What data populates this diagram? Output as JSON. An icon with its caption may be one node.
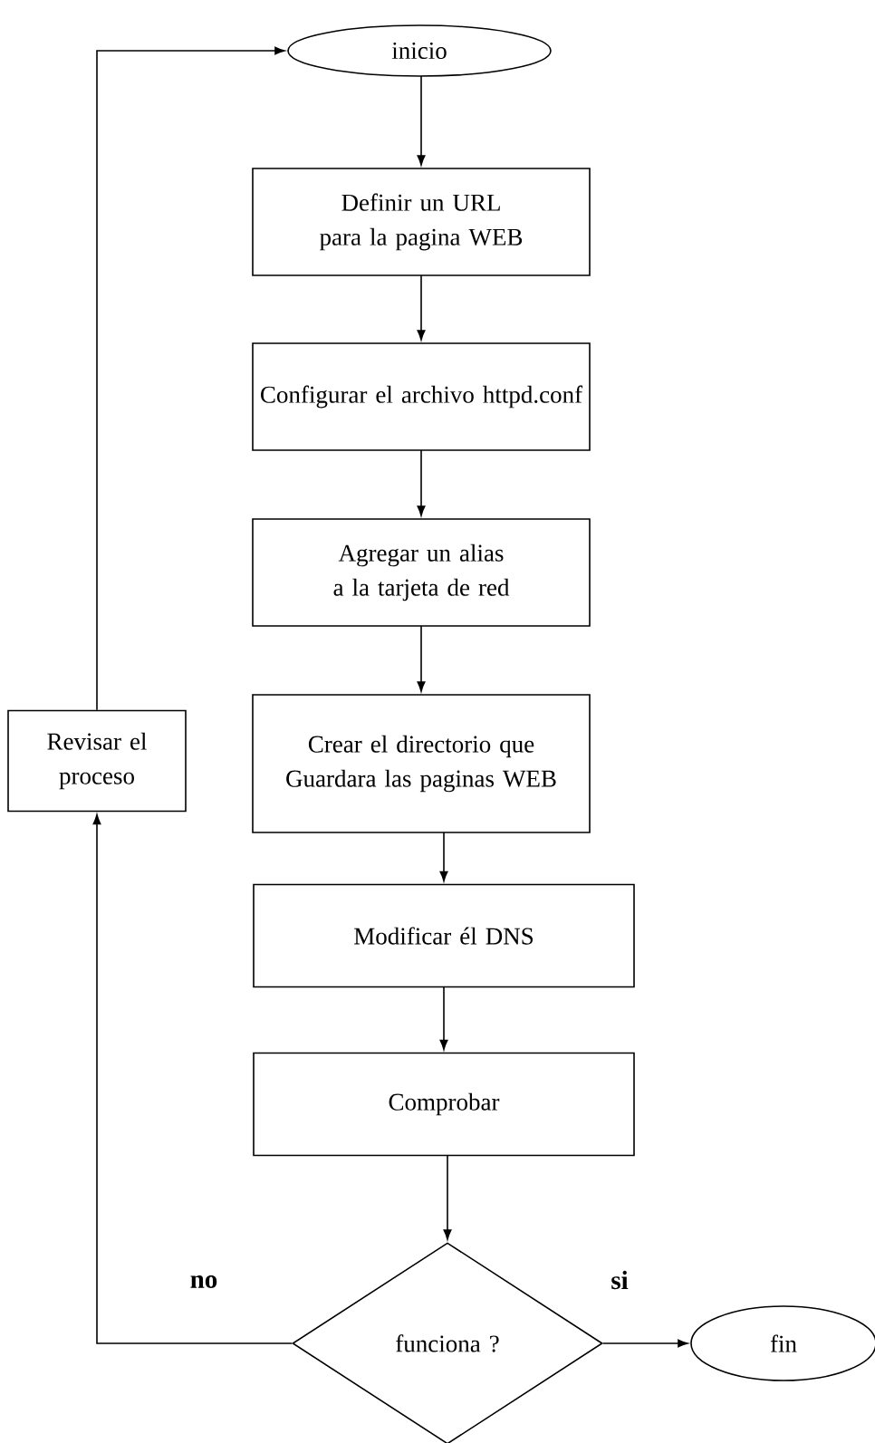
{
  "diagram": {
    "nodes": [
      {
        "text": [
          "inicio"
        ]
      },
      {
        "text": [
          "Definir un URL para la pagina WEB"
        ]
      },
      {
        "text": [
          "Configurar el archivo httpd.conf"
        ]
      },
      {
        "text": [
          "Agregar un alias a la tarjeta de red"
        ]
      },
      {
        "text": [
          "Crear el directorio que Guardara las paginas WEB"
        ]
      },
      {
        "text": [
          "Modificar él DNS"
        ]
      },
      {
        "text": [
          "Comprobar"
        ]
      },
      {
        "text": [
          "funciona ?"
        ]
      },
      {
        "text": [
          "Revisar el proceso"
        ]
      },
      {
        "text": [
          "fin"
        ]
      }
    ],
    "edges": [
      {
        "from": 0,
        "to": 1,
        "arrow": "to"
      },
      {
        "from": 1,
        "to": 2,
        "arrow": "to"
      },
      {
        "from": 2,
        "to": 3,
        "arrow": "to"
      },
      {
        "from": 3,
        "to": 4,
        "arrow": "to"
      },
      {
        "from": 4,
        "to": 5,
        "arrow": "to"
      },
      {
        "from": 5,
        "to": 6,
        "arrow": "to"
      },
      {
        "from": 6,
        "to": 7,
        "arrow": "to"
      },
      {
        "from": 7,
        "to": 9,
        "arrow": "to",
        "label": "si"
      },
      {
        "from": 7,
        "to": 8,
        "arrow": "to",
        "label": "no"
      },
      {
        "from": 8,
        "to": 0,
        "arrow": "to"
      }
    ]
  }
}
